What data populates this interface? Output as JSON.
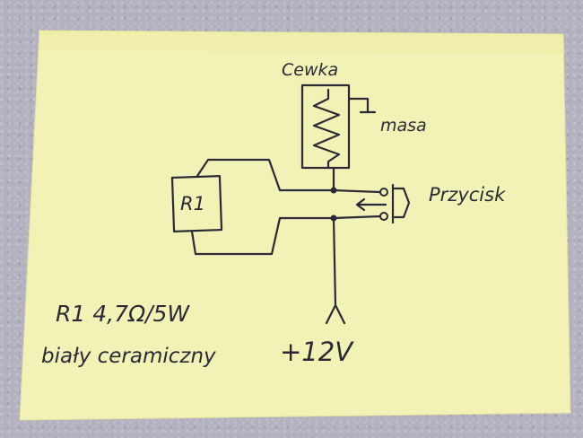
{
  "note": {
    "coil_label": "Cewka",
    "ground_label": "masa",
    "resistor_label": "R1",
    "button_label": "Przycisk",
    "spec_line1": "R1  4,7Ω/5W",
    "spec_line2": "biały ceramiczny",
    "supply_label": "+12V"
  },
  "colors": {
    "paper": "#f3f2b6",
    "ink": "#2a2a36",
    "background": "#b3b1bf"
  }
}
